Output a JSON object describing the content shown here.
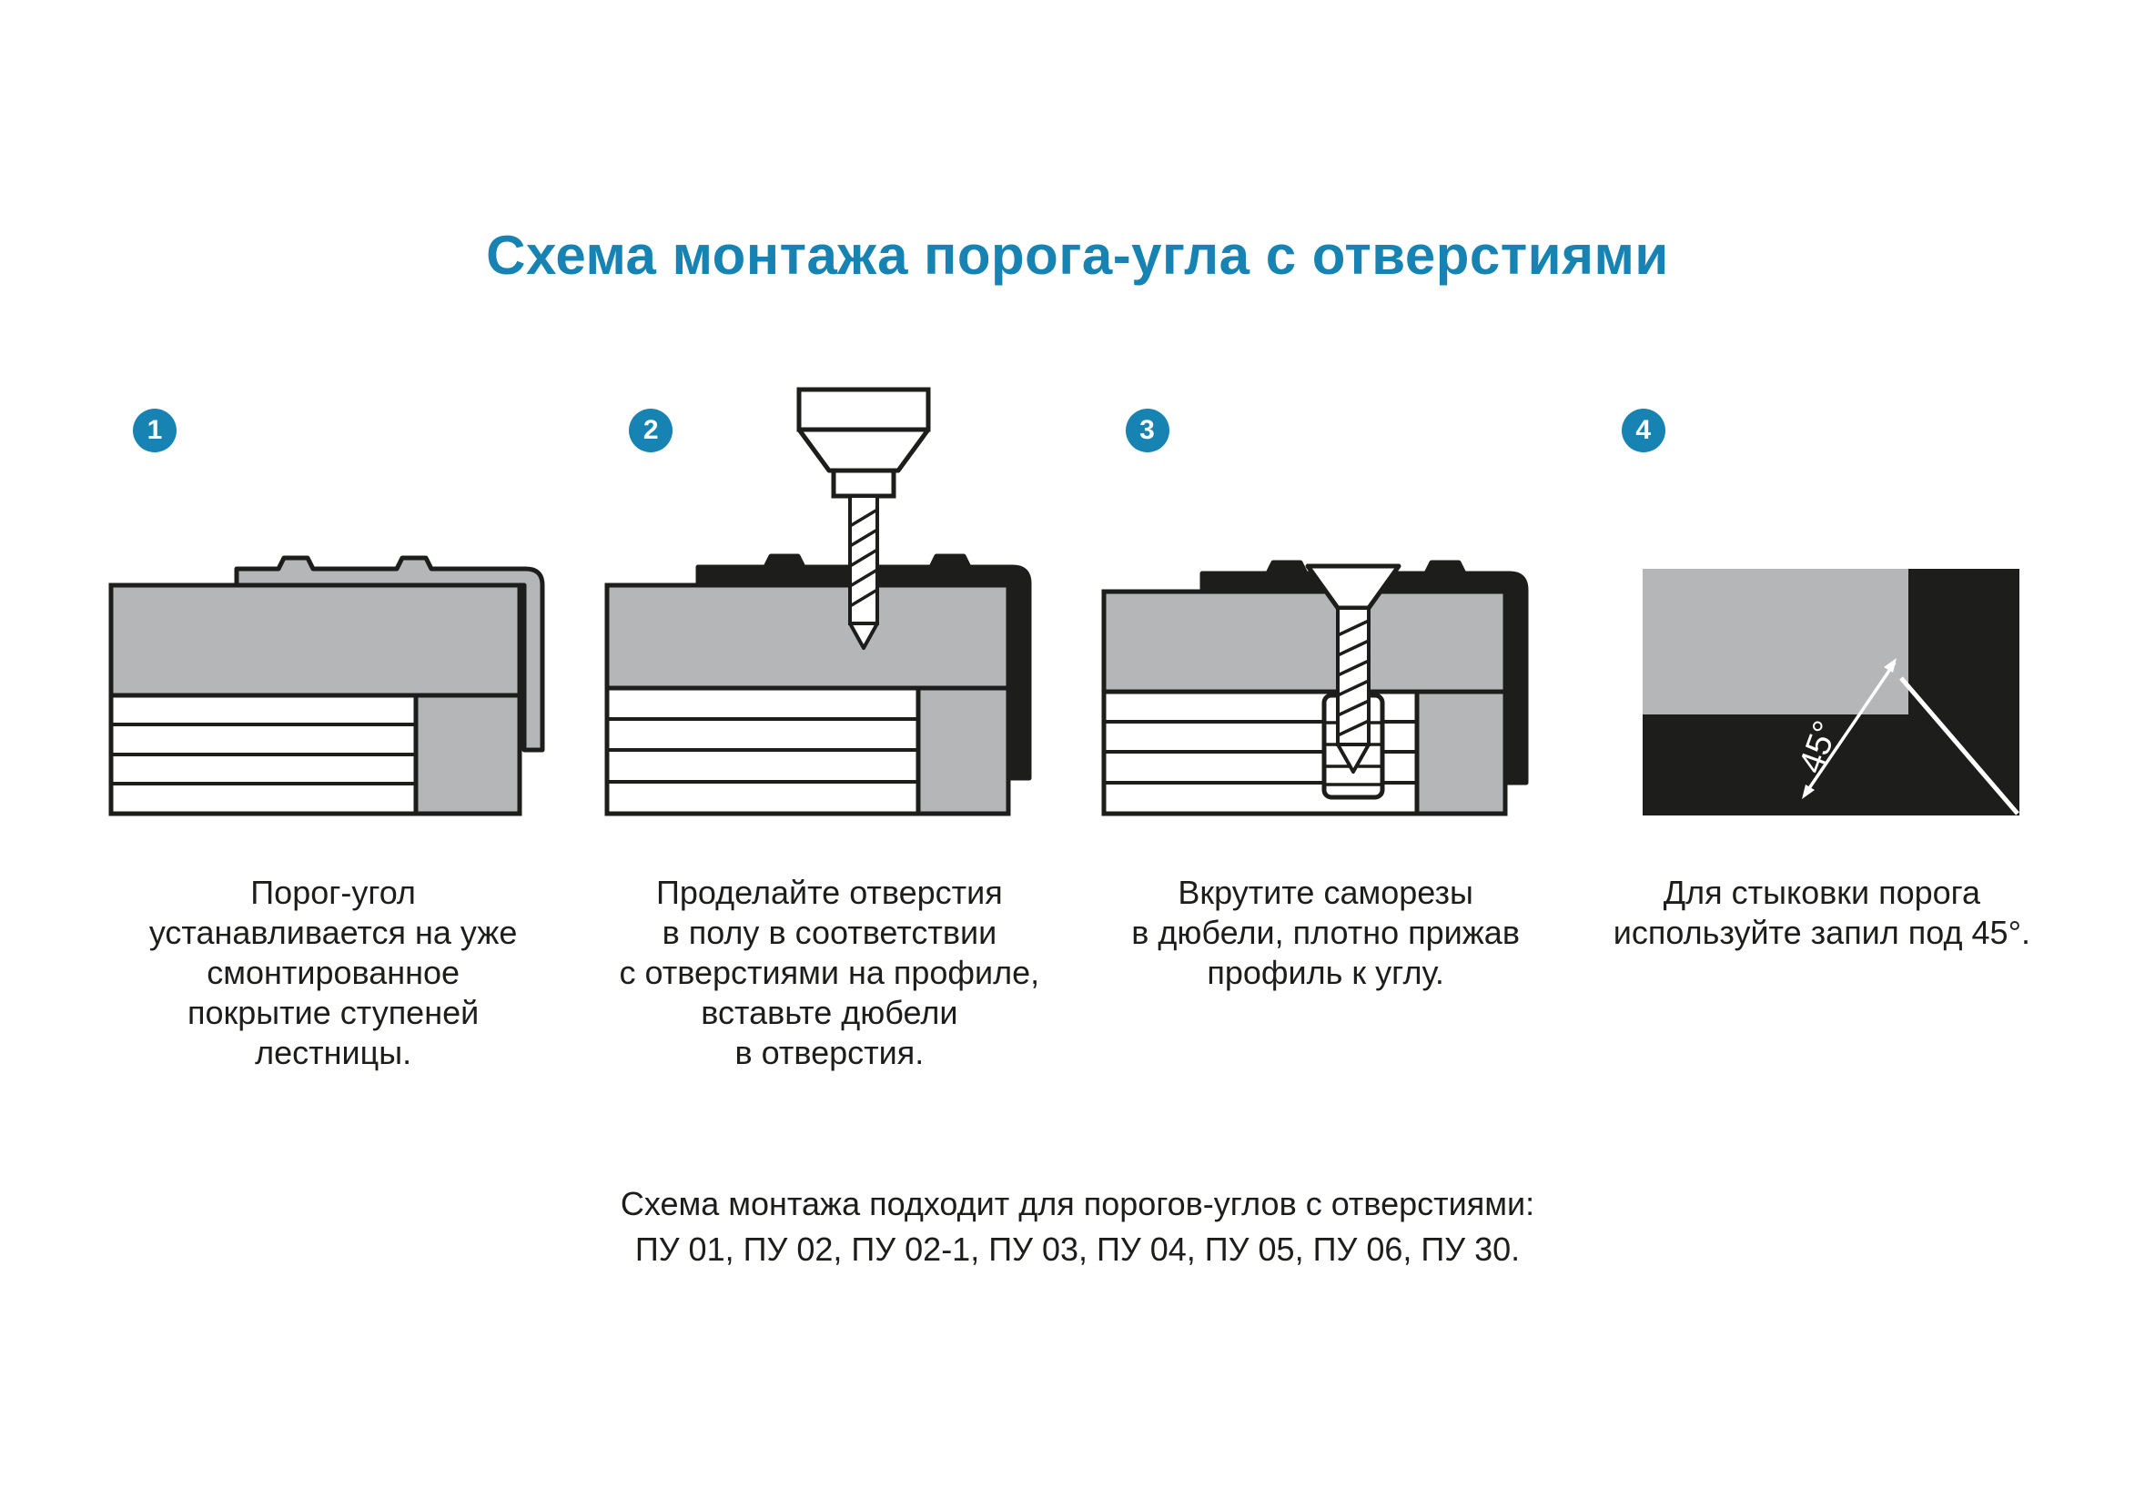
{
  "title": "Схема монтажа порога-угла с отверстиями",
  "colors": {
    "accent": "#1783b3",
    "profile_gray": "#b4b6b8",
    "outline_dark": "#1d1d1b",
    "background": "#ffffff"
  },
  "steps": [
    {
      "number": "1",
      "illustration": "corner-profile-on-stair-step",
      "caption": "Порог-угол\nустанавливается на уже\nсмонтированное\nпокрытие ступеней\nлестницы."
    },
    {
      "number": "2",
      "illustration": "drill-making-holes",
      "caption": "Проделайте отверстия\nв полу в соответствии\nс отверстиями на профиле,\nвставьте дюбели\nв отверстия."
    },
    {
      "number": "3",
      "illustration": "screw-into-dowel",
      "caption": "Вкрутите саморезы\nв дюбели, плотно прижав\nпрофиль к углу."
    },
    {
      "number": "4",
      "illustration": "45-degree-miter-cut",
      "angle_label": "45°",
      "caption": "Для стыковки порога\nиспользуйте запил под 45°."
    }
  ],
  "footer": {
    "line1": "Схема монтажа подходит для порогов-углов с отверстиями:",
    "line2": "ПУ 01, ПУ 02, ПУ 02-1, ПУ 03, ПУ 04, ПУ 05, ПУ 06, ПУ 30."
  }
}
